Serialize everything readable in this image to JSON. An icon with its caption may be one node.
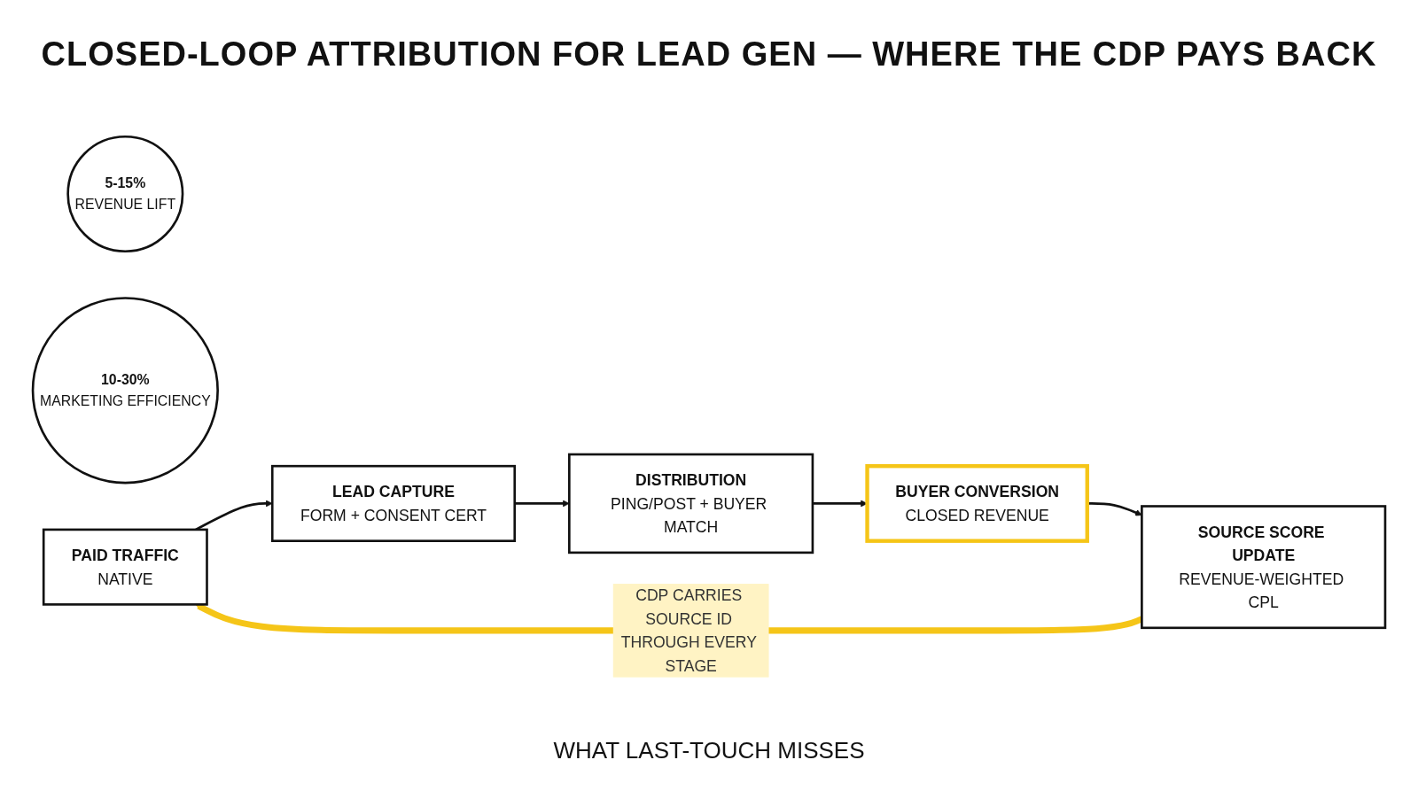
{
  "diagram": {
    "title": "CLOSED-LOOP ATTRIBUTION FOR LEAD GEN — WHERE THE CDP PAYS BACK",
    "nodes": [
      {
        "text": [
          "5-15%",
          "REVENUE LIFT"
        ]
      },
      {
        "text": [
          "10-30%",
          "MARKETING EFFICIENCY"
        ]
      },
      {
        "text": [
          "PAID TRAFFIC",
          "NATIVE"
        ]
      },
      {
        "text": [
          "LEAD CAPTURE",
          "FORM + CONSENT CERT"
        ]
      },
      {
        "text": [
          "DISTRIBUTION",
          "PING/POST + BUYER MATCH"
        ]
      },
      {
        "text": [
          "BUYER CONVERSION",
          "CLOSED REVENUE"
        ]
      },
      {
        "text": [
          "SOURCE SCORE UPDATE",
          "REVENUE-WEIGHTED CPL"
        ]
      }
    ],
    "edges": [
      {
        "from": 2,
        "to": 3,
        "arrow": "to"
      },
      {
        "from": 3,
        "to": 4,
        "arrow": "to"
      },
      {
        "from": 4,
        "to": 5,
        "arrow": "to"
      },
      {
        "from": 5,
        "to": 6,
        "arrow": "to"
      },
      {
        "from": 6,
        "to": 2,
        "arrow": "to",
        "label": "CDP CARRIES SOURCE ID THROUGH EVERY STAGE",
        "style": "thick",
        "color": "#f5c518"
      }
    ],
    "labels": [
      "WHAT LAST-TOUCH MISSES"
    ]
  }
}
